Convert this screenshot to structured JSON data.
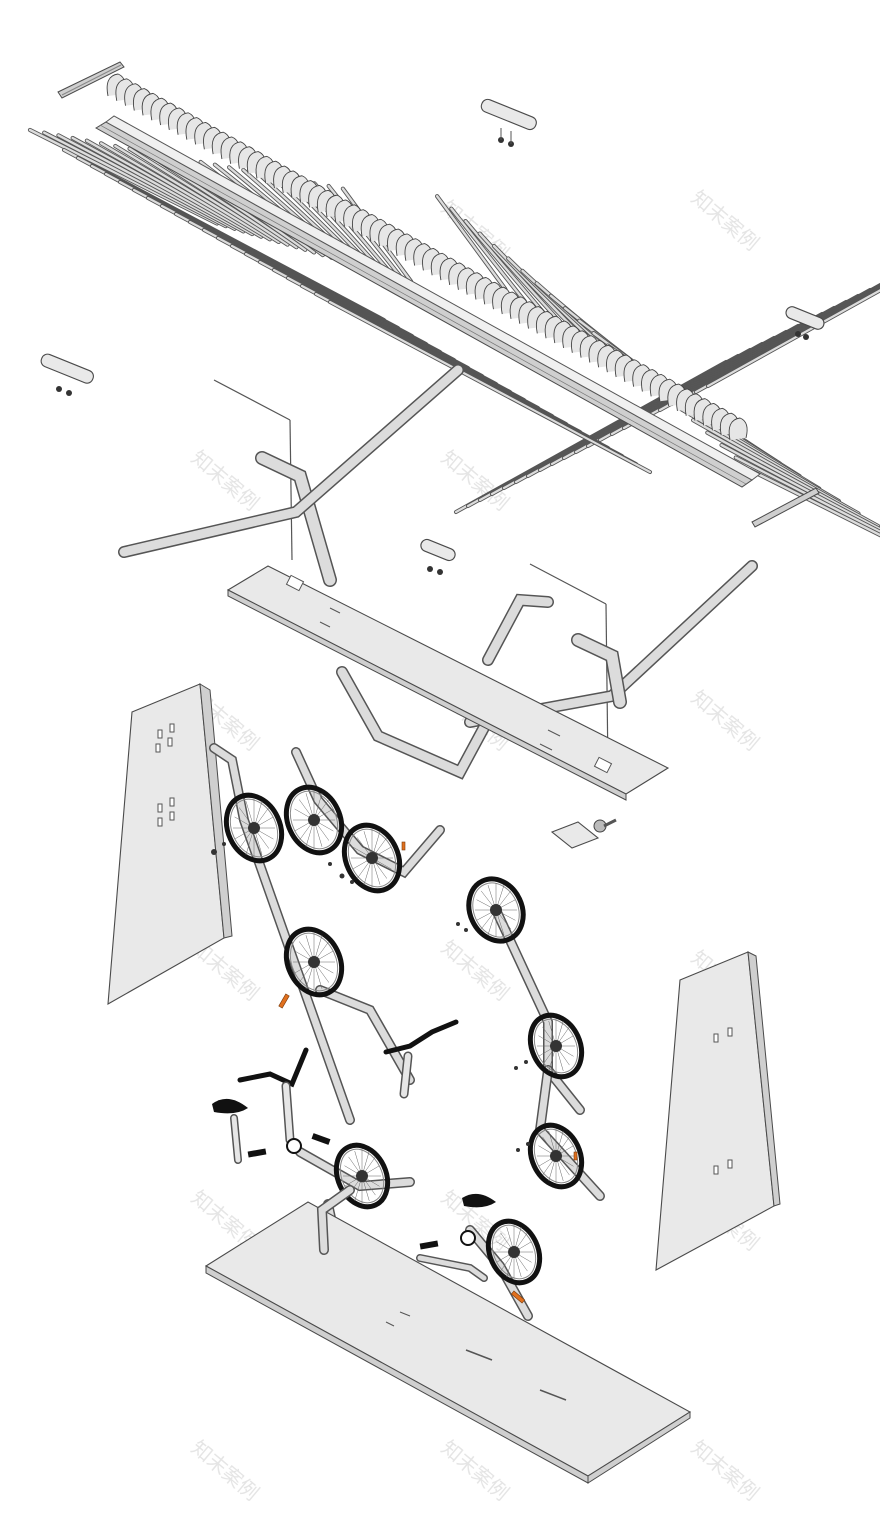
{
  "diagram": {
    "watermark_text": "知末案例",
    "palette": {
      "background": "#ffffff",
      "plate_fill": "#e9e9e9",
      "outline": "#4a4a4a",
      "tire": "#111111",
      "accent": "#e0701e"
    },
    "parts": [
      "ribbed-canopy-spine",
      "canopy-rods",
      "end-caps",
      "upper-deck-plate",
      "upper-frame-tubes",
      "left-side-panel",
      "right-side-panel",
      "bike-wheels",
      "handlebars",
      "saddles",
      "bottom-base-plate"
    ]
  }
}
